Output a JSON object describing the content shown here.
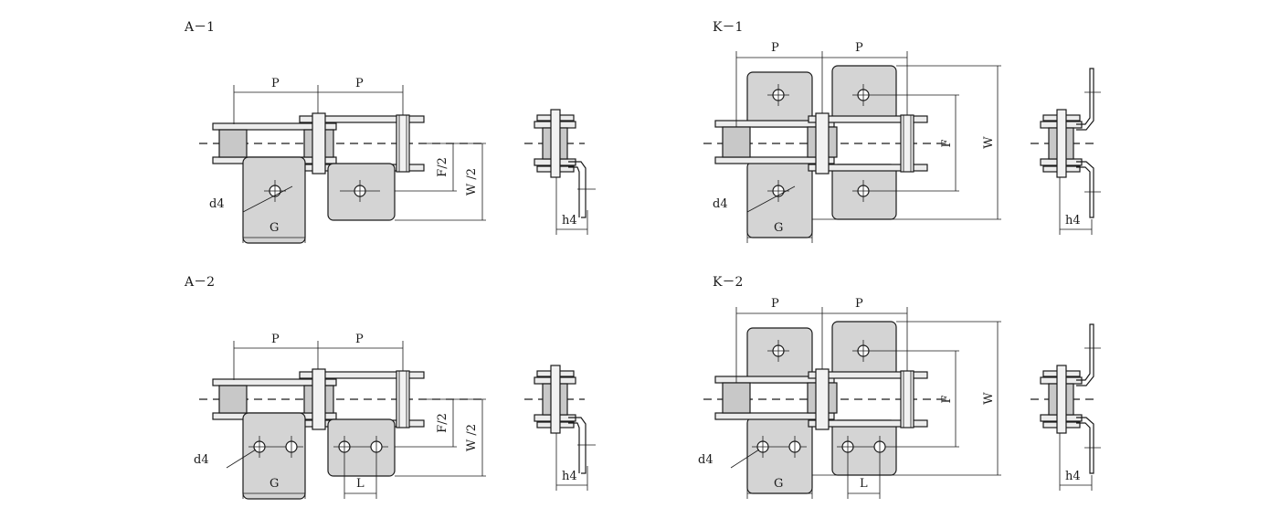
{
  "panels": [
    {
      "id": "a1",
      "title": "A－1",
      "labels": {
        "p1": "P",
        "p2": "P",
        "f": "F/2",
        "w": "W /2",
        "d": "d4",
        "g": "G",
        "h": "h4"
      }
    },
    {
      "id": "k1",
      "title": "K－1",
      "labels": {
        "p1": "P",
        "p2": "P",
        "f": "F",
        "w": "W",
        "d": "d4",
        "g": "G",
        "h": "h4"
      }
    },
    {
      "id": "a2",
      "title": "A－2",
      "labels": {
        "p1": "P",
        "p2": "P",
        "f": "F/2",
        "w": "W /2",
        "d": "d4",
        "g": "G",
        "l": "L",
        "h": "h4"
      }
    },
    {
      "id": "k2",
      "title": "K－2",
      "labels": {
        "p1": "P",
        "p2": "P",
        "f": "F",
        "w": "W",
        "d": "d4",
        "g": "G",
        "l": "L",
        "h": "h4"
      }
    }
  ]
}
